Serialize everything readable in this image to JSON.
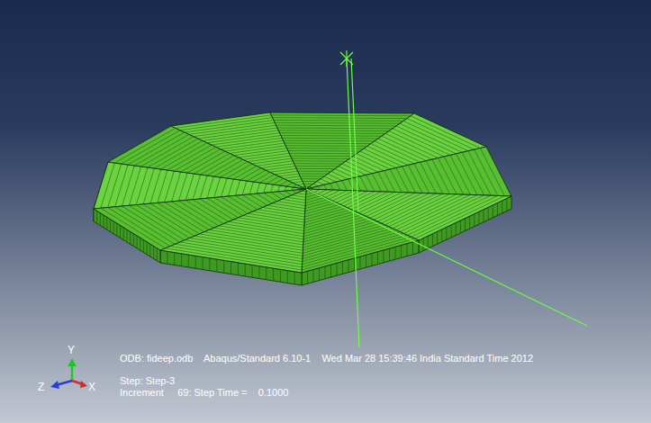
{
  "diagram": {
    "labels": [
      "Y",
      "Z",
      "X",
      "ODB: fideep.odb    Abaqus/Standard 6.10-1    Wed Mar 28 15:39:46 India Standard Time 2012",
      "Step: Step-3",
      "Increment     69: Step Time =    0.1000"
    ]
  }
}
